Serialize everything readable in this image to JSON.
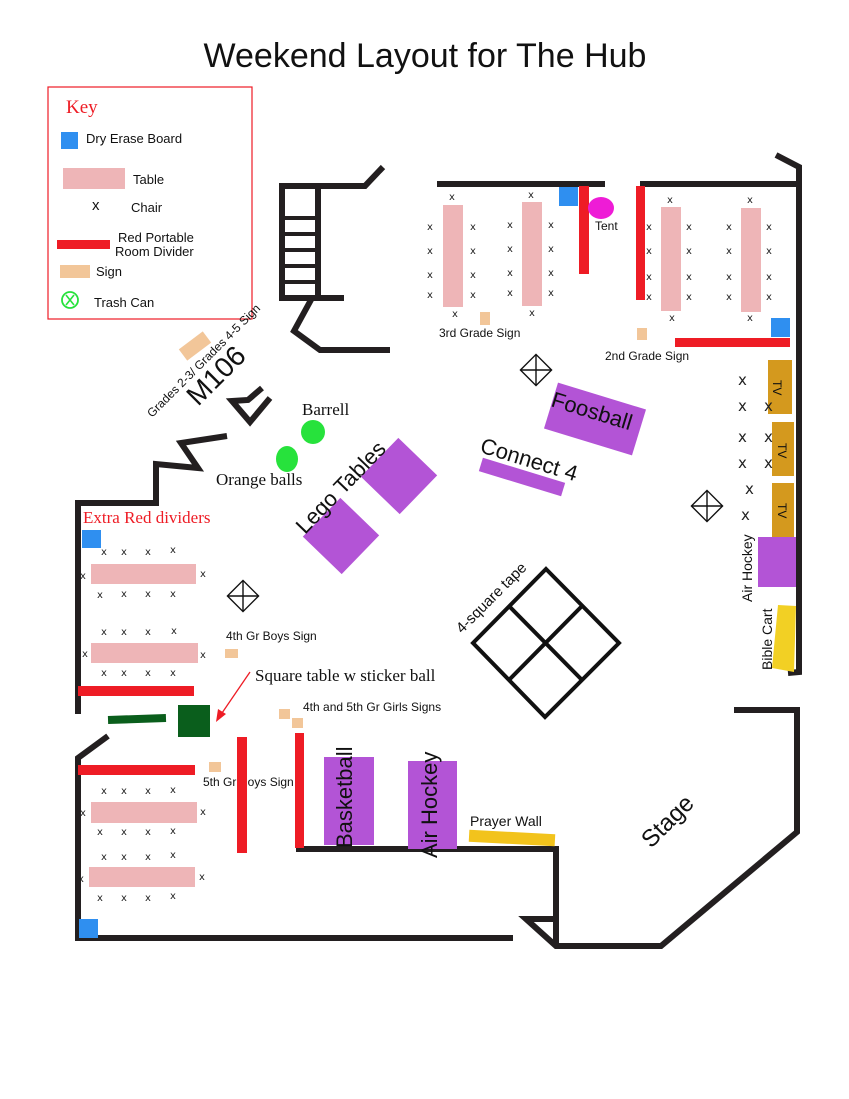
{
  "title": "Weekend Layout for The Hub",
  "key": {
    "heading": "Key",
    "dry_erase_board": "Dry Erase Board",
    "table": "Table",
    "chair_symbol": "x",
    "chair": "Chair",
    "divider_line1": "Red Portable",
    "divider_line2": "Room Divider",
    "sign": "Sign",
    "trash_can": "Trash Can"
  },
  "colors": {
    "dry_erase_board": "#2f8ff0",
    "table": "#eeb5b7",
    "divider": "#ee1c25",
    "sign": "#f2c699",
    "game": "#b354d6",
    "tv": "#d4991e",
    "bible_cart": "#f2d024",
    "prayer_wall": "#f2c31c",
    "trash_can": "#27e23c",
    "tent": "#ee1cd6",
    "green_item": "#0a5e1c",
    "red_text": "#ee1c25"
  },
  "labels": {
    "tent": "Tent",
    "third_grade_sign": "3rd Grade Sign",
    "second_grade_sign": "2nd Grade Sign",
    "grades_sign": "Grades 2-3/ Grades 4-5 Sign",
    "room": "M106",
    "barrell": "Barrell",
    "orange_balls": "Orange balls",
    "lego_tables": "Lego Tables",
    "foosball": "Foosball",
    "connect4": "Connect 4",
    "tv": "TV",
    "air_hockey_side": "Air Hockey",
    "bible_cart": "Bible Cart",
    "extra_red_dividers": "Extra Red dividers",
    "four_square": "4-square tape",
    "fourth_boys_sign": "4th Gr Boys Sign",
    "square_table": "Square table w sticker ball",
    "girls_signs": "4th and 5th Gr Girls Signs",
    "fifth_boys_sign": "5th Gr Boys Sign",
    "basketball": "Basketball",
    "air_hockey": "Air Hockey",
    "prayer_wall": "Prayer Wall",
    "stage": "Stage"
  }
}
